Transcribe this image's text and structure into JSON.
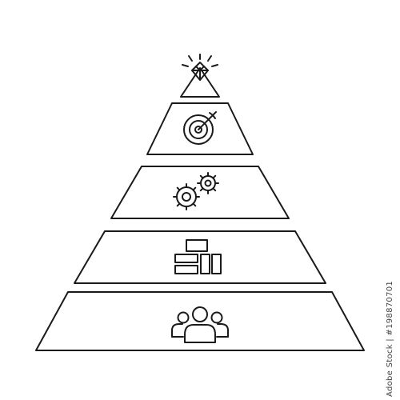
{
  "diagram": {
    "type": "pyramid",
    "levels": [
      {
        "name": "summit",
        "icon": "diamond-gem-icon"
      },
      {
        "name": "level-2",
        "icon": "target-arrow-icon"
      },
      {
        "name": "level-3",
        "icon": "gears-icon"
      },
      {
        "name": "level-4",
        "icon": "blocks-chart-icon"
      },
      {
        "name": "level-5",
        "icon": "people-group-icon"
      }
    ],
    "colors": {
      "stroke": "#1a1a1a",
      "background": "#ffffff"
    }
  },
  "watermark": {
    "id_text": "Adobe Stock | #198870701"
  }
}
